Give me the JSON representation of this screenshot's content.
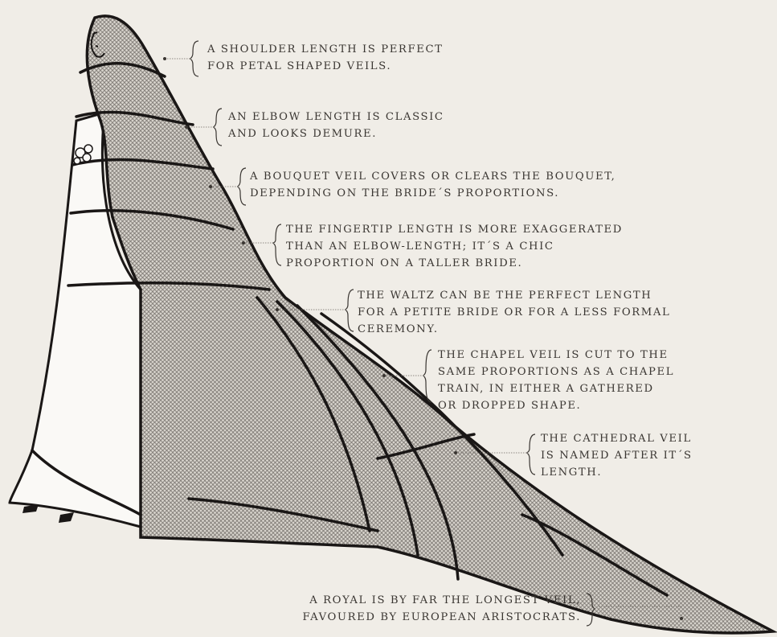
{
  "colors": {
    "background": "#f0ede7",
    "ink": "#1a1716",
    "text": "#3a3632",
    "mesh": "#8a8580"
  },
  "annotations": [
    {
      "id": "shoulder",
      "lines": [
        "A SHOULDER LENGTH IS PERFECT",
        "FOR PETAL SHAPED VEILS."
      ]
    },
    {
      "id": "elbow",
      "lines": [
        "AN ELBOW LENGTH IS CLASSIC",
        "AND LOOKS DEMURE."
      ]
    },
    {
      "id": "bouquet",
      "lines": [
        "A BOUQUET VEIL COVERS OR CLEARS THE BOUQUET,",
        "DEPENDING ON THE BRIDE´S PROPORTIONS."
      ]
    },
    {
      "id": "fingertip",
      "lines": [
        "THE FINGERTIP LENGTH IS MORE EXAGGERATED",
        "THAN AN ELBOW-LENGTH; IT´S A CHIC",
        "PROPORTION ON A TALLER BRIDE."
      ]
    },
    {
      "id": "waltz",
      "lines": [
        "THE WALTZ CAN BE THE PERFECT LENGTH",
        "FOR A PETITE BRIDE OR FOR A LESS FORMAL",
        "CEREMONY."
      ]
    },
    {
      "id": "chapel",
      "lines": [
        "THE CHAPEL VEIL IS CUT TO THE",
        "SAME PROPORTIONS AS A CHAPEL",
        "TRAIN, IN EITHER A GATHERED",
        "OR DROPPED SHAPE."
      ]
    },
    {
      "id": "cathedral",
      "lines": [
        "THE CATHEDRAL VEIL",
        "IS NAMED AFTER IT´S",
        "LENGTH."
      ]
    },
    {
      "id": "royal",
      "lines": [
        "A ROYAL IS BY FAR THE LONGEST VEIL,",
        "FAVOURED BY EUROPEAN ARISTOCRATS."
      ]
    }
  ]
}
